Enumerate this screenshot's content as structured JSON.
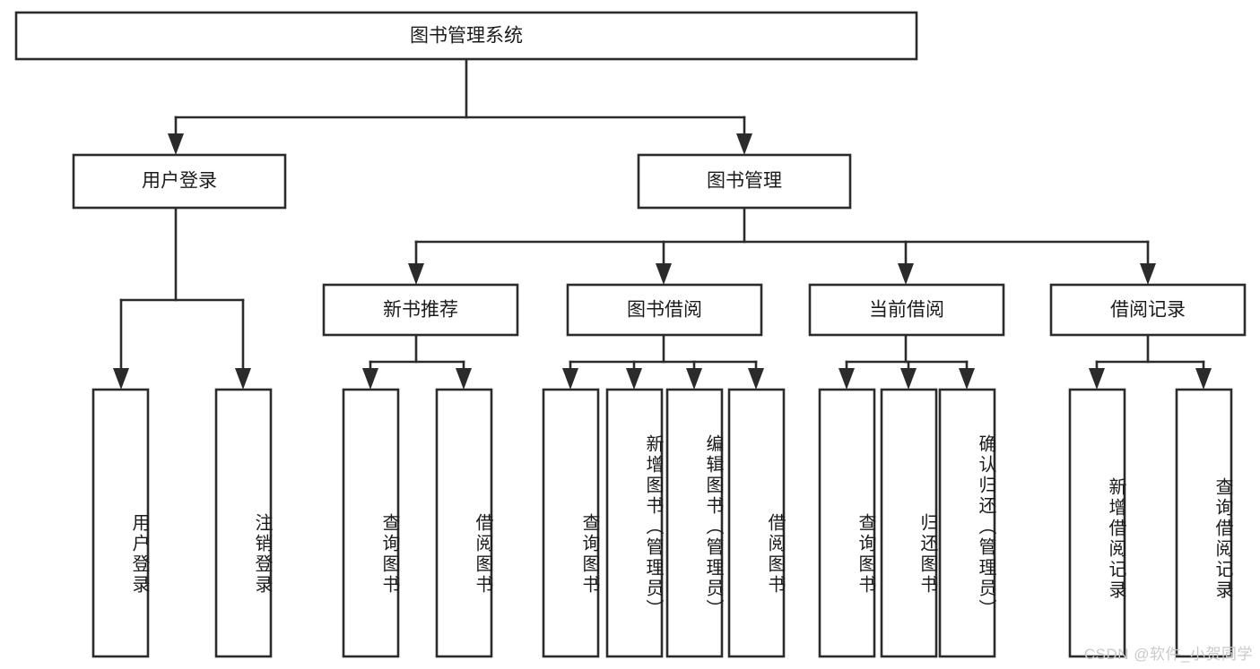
{
  "diagram": {
    "title": "图书管理系统",
    "watermark": "CSDN @软件_小贺同学",
    "colors": {
      "box_stroke": "#2b2b2b",
      "box_fill": "#ffffff",
      "text": "#1b1b1b",
      "watermark": "#c9c9c9",
      "background": "#ffffff"
    },
    "root": {
      "label": "图书管理系统"
    },
    "level2": [
      {
        "label": "用户登录"
      },
      {
        "label": "图书管理"
      }
    ],
    "level3": [
      {
        "label": "新书推荐"
      },
      {
        "label": "图书借阅"
      },
      {
        "label": "当前借阅"
      },
      {
        "label": "借阅记录"
      }
    ],
    "leaves": {
      "user_login": [
        {
          "label": "用户登录"
        },
        {
          "label": "注销登录"
        }
      ],
      "new_book_recommend": [
        {
          "label": "查询图书"
        },
        {
          "label": "借阅图书"
        }
      ],
      "book_borrow": [
        {
          "label": "查询图书"
        },
        {
          "label": "新增图书（管理员）"
        },
        {
          "label": "编辑图书（管理员）"
        },
        {
          "label": "借阅图书"
        }
      ],
      "current_borrow": [
        {
          "label": "查询图书"
        },
        {
          "label": "归还图书"
        },
        {
          "label": "确认归还（管理员）"
        }
      ],
      "borrow_record": [
        {
          "label": "新增借阅记录"
        },
        {
          "label": "查询借阅记录"
        }
      ]
    }
  }
}
